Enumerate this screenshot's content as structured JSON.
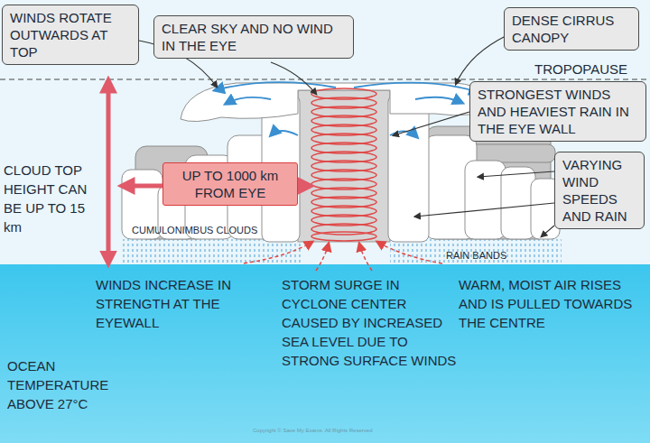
{
  "diagram": {
    "nodes": [
      {
        "text": [
          "WINDS ROTATE OUTWARDS AT TOP"
        ]
      },
      {
        "text": [
          "CLEAR SKY AND NO WIND IN THE EYE"
        ]
      },
      {
        "text": [
          "DENSE CIRRUS CANOPY"
        ]
      },
      {
        "text": [
          "STRONGEST WINDS AND HEAVIEST RAIN IN THE EYE WALL"
        ]
      },
      {
        "text": [
          "UP TO 1000 km FROM EYE"
        ]
      },
      {
        "text": [
          "VARYING WIND SPEEDS AND RAIN"
        ]
      }
    ],
    "labels": [
      "TROPOPAUSE",
      "CLOUD TOP HEIGHT CAN BE UP TO 15 km",
      "CUMULONIMBUS CLOUDS",
      "RAIN BANDS",
      "WINDS INCREASE IN STRENGTH AT THE EYEWALL",
      "STORM SURGE IN CYCLONE CENTER CAUSED BY INCREASED SEA LEVEL DUE TO STRONG SURFACE WINDS",
      "WARM, MOIST AIR RISES AND IS PULLED TOWARDS THE CENTRE",
      "OCEAN TEMPERATURE ABOVE 27°C",
      "Copyright © Save My Exams. All Rights Reserved"
    ]
  }
}
